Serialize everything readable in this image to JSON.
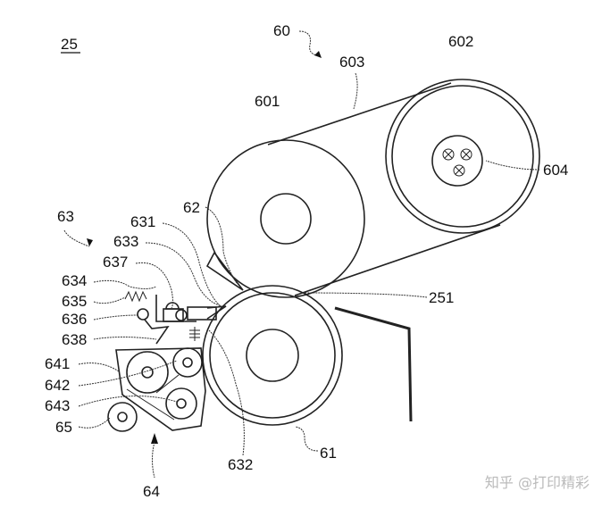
{
  "figure_label": "25",
  "labels": {
    "l60": "60",
    "l603": "603",
    "l602": "602",
    "l601": "601",
    "l604": "604",
    "l251": "251",
    "l62": "62",
    "l63": "63",
    "l631": "631",
    "l633": "633",
    "l637": "637",
    "l634": "634",
    "l635": "635",
    "l636": "636",
    "l638": "638",
    "l641": "641",
    "l642": "642",
    "l643": "643",
    "l65": "65",
    "l632": "632",
    "l61": "61",
    "l64": "64"
  },
  "watermark": "知乎 @打印精彩"
}
